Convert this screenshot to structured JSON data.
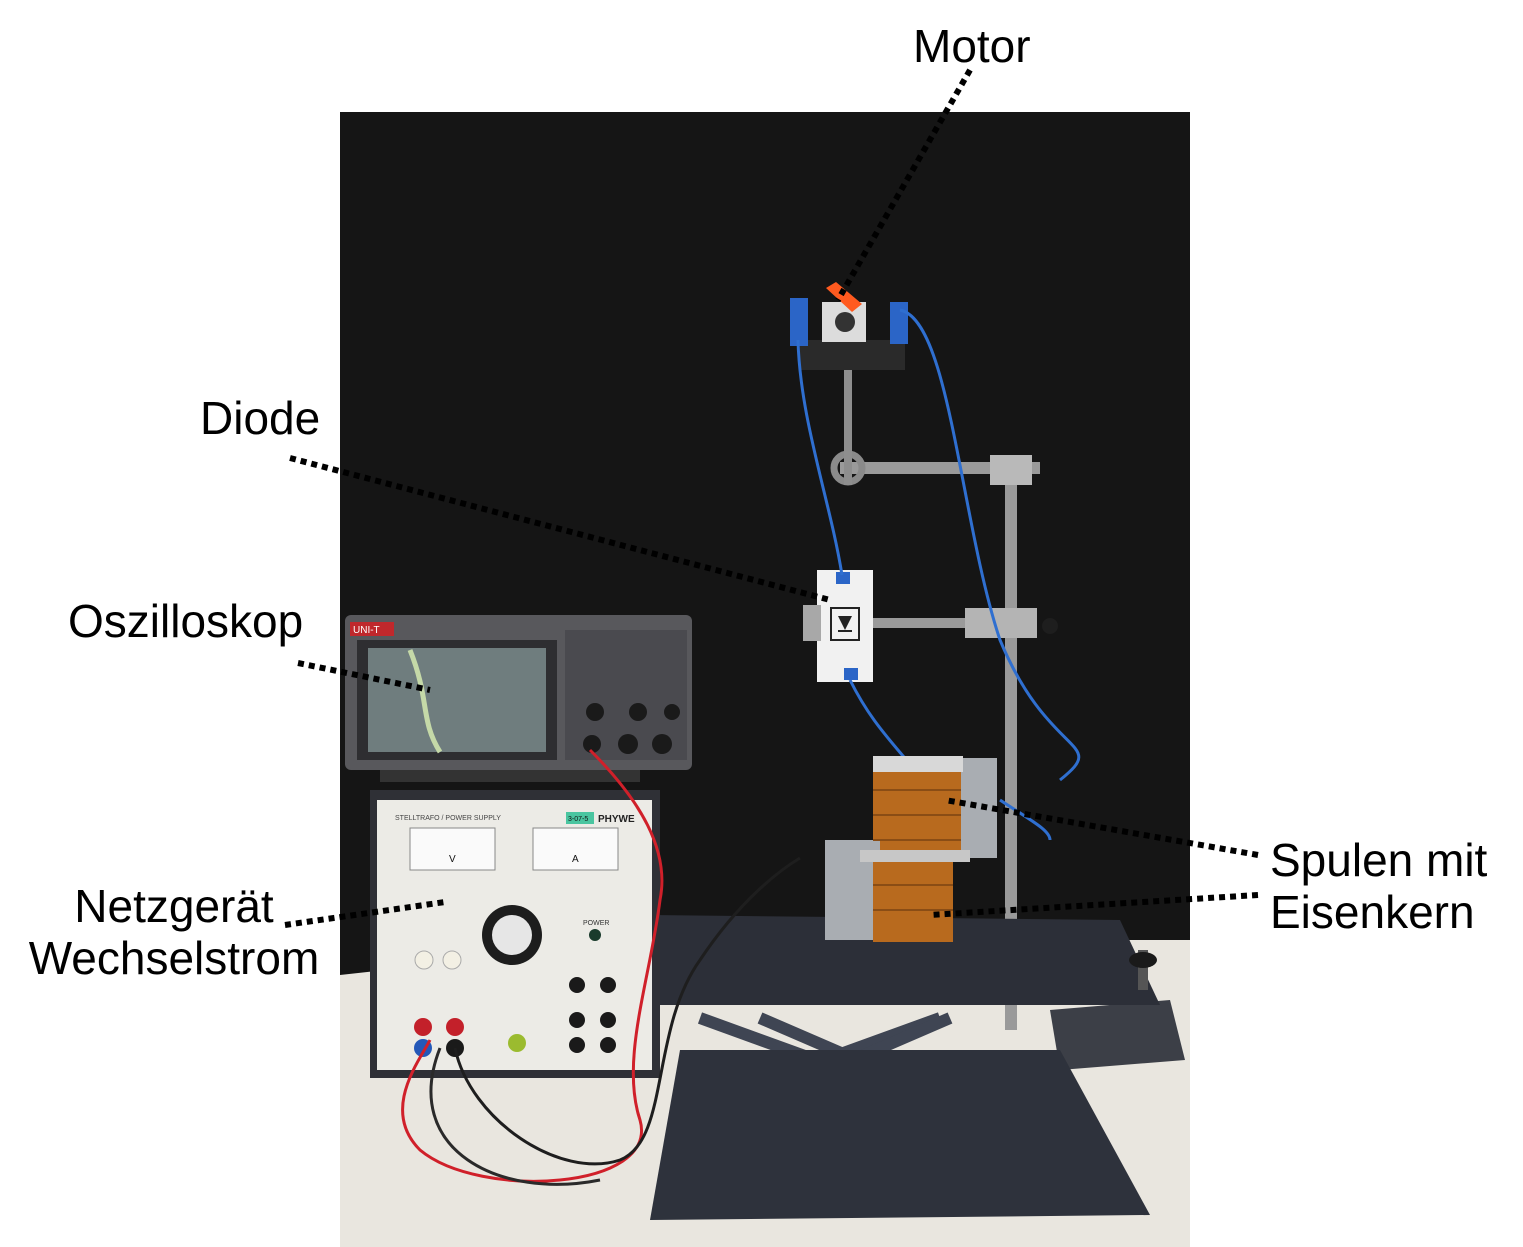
{
  "labels": {
    "motor": "Motor",
    "diode": "Diode",
    "oscilloscope": "Oszilloskop",
    "power_supply_line1": "Netzgerät",
    "power_supply_line2": "Wechselstrom",
    "coils_line1": "Spulen mit",
    "coils_line2": "Eisenkern"
  },
  "device_text": {
    "scope_brand": "UNI-T",
    "psu_brand": "PHYWE",
    "psu_title": "STELLTRAFO / POWER SUPPLY",
    "psu_power": "POWER",
    "psu_tag": "3-07-5",
    "meter_v": "V",
    "meter_a": "A"
  },
  "colors": {
    "background_cloth": "#151515",
    "cable_blue": "#2f6fd0",
    "cable_red": "#d0202a",
    "copper": "#b86a1e",
    "coil_housing": "#a9adb2",
    "table": "#e9e6df",
    "lab_jack": "#2c2f38",
    "psu_face": "#ecebe6",
    "motor_flag": "#ff5a1f"
  }
}
